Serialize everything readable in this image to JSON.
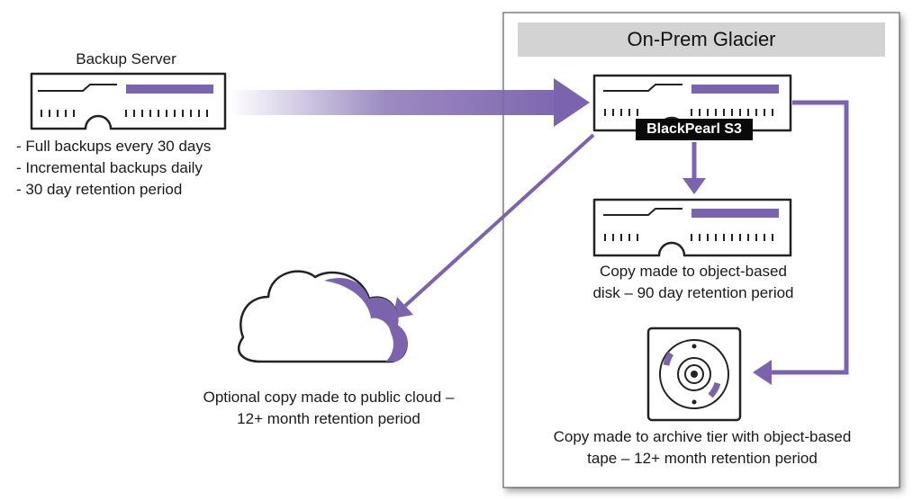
{
  "backup_server": {
    "title": "Backup Server",
    "notes": [
      "- Full backups every 30 days",
      "- Incremental backups daily",
      "- 30 day retention period"
    ]
  },
  "on_prem": {
    "title": "On-Prem Glacier",
    "blackpearl_label": "BlackPearl S3",
    "disk_caption": [
      "Copy made to object-based",
      "disk – 90 day retention period"
    ],
    "tape_caption": [
      "Copy made to archive tier with object-based",
      "tape – 12+ month retention period"
    ]
  },
  "cloud": {
    "caption": [
      "Optional copy made to public cloud –",
      "12+ month retention period"
    ]
  },
  "colors": {
    "accent": "#7b64ad",
    "outline": "#222222",
    "title_bg": "#d3d3d3",
    "label_bg": "#0a0a0a"
  },
  "icons": {
    "backup_server": "server-icon",
    "blackpearl": "server-icon",
    "disk": "server-icon",
    "tape": "tape-reel-icon",
    "cloud": "cloud-icon"
  }
}
